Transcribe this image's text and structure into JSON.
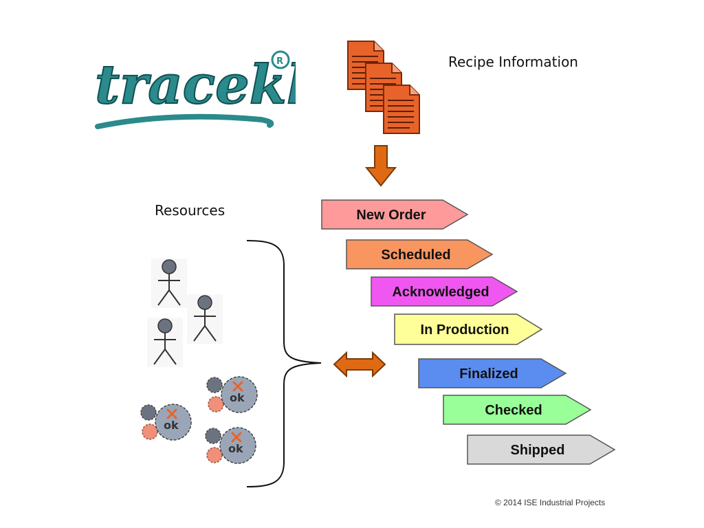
{
  "logo": {
    "text": "tracekk",
    "registered_mark": "®",
    "color": "#2a8a8c"
  },
  "recipe": {
    "label": "Recipe Information",
    "icon": "documents-icon",
    "doc_color": "#e8632a"
  },
  "resources": {
    "label": "Resources",
    "people_icon": "person-icon",
    "machine_icon": "gear-icon",
    "machine_mark_text": "ok"
  },
  "workflow": {
    "stages": [
      {
        "label": "New Order",
        "color": "#ff9a9a"
      },
      {
        "label": "Scheduled",
        "color": "#f9955e"
      },
      {
        "label": "Acknowledged",
        "color": "#f057f0"
      },
      {
        "label": "In Production",
        "color": "#ffff99"
      },
      {
        "label": "Finalized",
        "color": "#5b8cf0"
      },
      {
        "label": "Checked",
        "color": "#99ff99"
      },
      {
        "label": "Shipped",
        "color": "#d9d9d9"
      }
    ]
  },
  "arrows": {
    "down_color": "#e06a14",
    "double_color": "#e06a14"
  },
  "footer": {
    "copyright": "© 2014 ISE Industrial Projects"
  }
}
